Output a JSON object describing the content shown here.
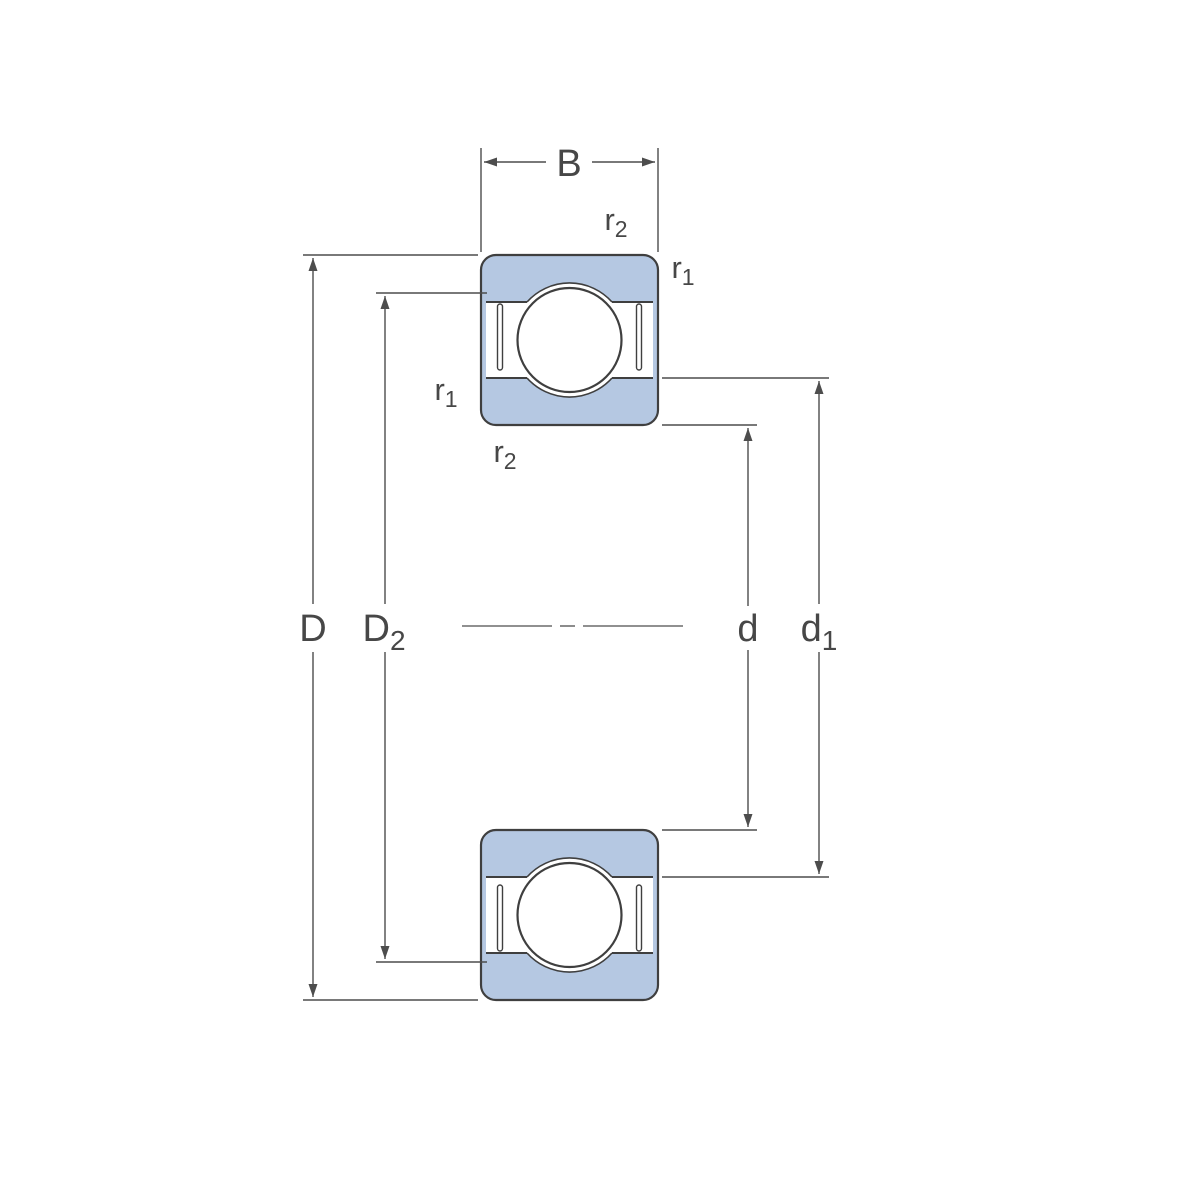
{
  "diagram": {
    "type": "bearing-cross-section",
    "colors": {
      "ring_fill": "#b5c8e2",
      "outline": "#3f3f3f",
      "dimension_lines": "#4d4d4d",
      "label_text": "#474747",
      "background": "#ffffff"
    },
    "labels": {
      "B": "B",
      "D": "D",
      "D2_main": "D",
      "D2_sub": "2",
      "d": "d",
      "d1_main": "d",
      "d1_sub": "1",
      "r1_main": "r",
      "r1_sub": "1",
      "r2_main": "r",
      "r2_sub": "2"
    }
  }
}
